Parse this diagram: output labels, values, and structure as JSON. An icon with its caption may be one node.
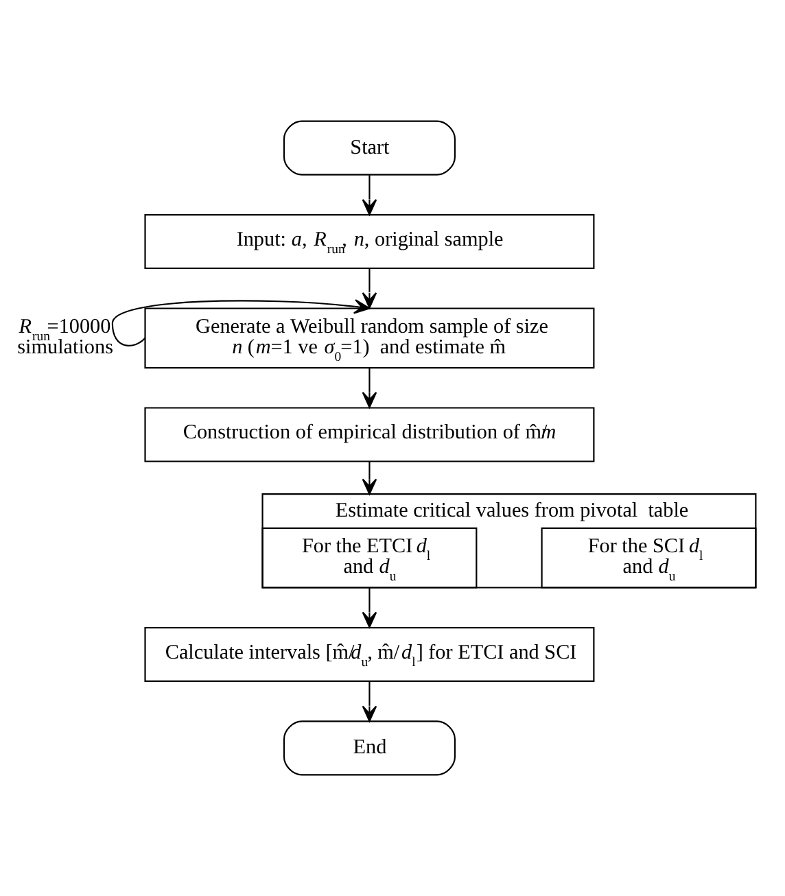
{
  "diagram": {
    "nodes": [
      {
        "text": [
          "Start"
        ]
      },
      {
        "text": [
          "Input: *a*, *R*$_{run}$, *n*, original sample"
        ]
      },
      {
        "text": [
          "Generate a Weibull random sample of size *n* (*m*=1 ve *σ*$_{0}$=1)  and estimate m̂"
        ]
      },
      {
        "text": [
          "Construction of empirical distribution of m̂/*m*"
        ]
      },
      {
        "text": [
          "Estimate critical values from pivotal  table"
        ]
      },
      {
        "text": [
          "For the ETCI *d*$_{l}$  and *d*$_{u}$"
        ],
        "in": 4
      },
      {
        "text": [
          "For the SCI *d*$_{l}$  and *d*$_{u}$"
        ],
        "in": 4
      },
      {
        "text": [
          "Calculate intervals [m̂/*d*$_{u}$, m̂/*d*$_{l}$] for ETCI and SCI"
        ]
      },
      {
        "text": [
          "End"
        ]
      }
    ],
    "edges": [
      {
        "from": 0,
        "to": 1,
        "arrow": "to"
      },
      {
        "from": 1,
        "to": 2,
        "arrow": "to"
      },
      {
        "from": 2,
        "to": 2,
        "arrow": "to",
        "label": "*R*$_{run}$=10000 simulations"
      },
      {
        "from": 2,
        "to": 3,
        "arrow": "to"
      },
      {
        "from": 3,
        "to": 4,
        "arrow": "to"
      },
      {
        "from": 4,
        "to": 7,
        "arrow": "to"
      },
      {
        "from": 7,
        "to": 8,
        "arrow": "to"
      }
    ]
  }
}
